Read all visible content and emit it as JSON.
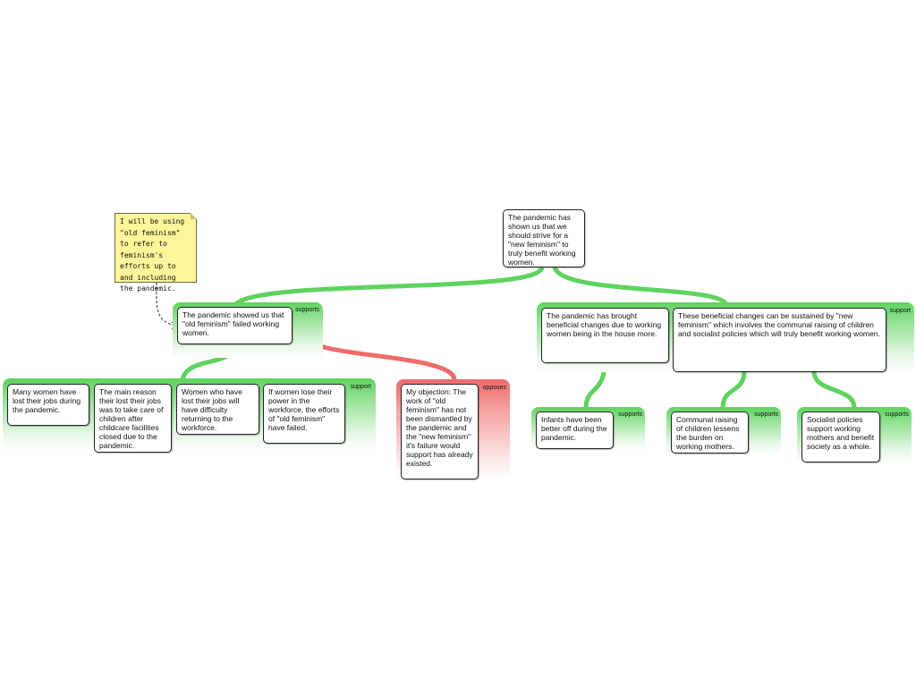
{
  "colors": {
    "supports": "#5ed35e",
    "opposes": "#f06a6a",
    "note": "#fdf59a"
  },
  "note": {
    "text": "I will be using \"old feminism\" to refer to feminism's efforts up to and including the pandemic."
  },
  "main_claim": {
    "text": "The pandemic has shown us that we should strive for a \"new feminism\" to truly benefit working women."
  },
  "left_group": {
    "tag": "supports",
    "claim": "The pandemic showed us that \"old feminism\" failed working women.",
    "support_group": {
      "tag": "support",
      "items": [
        "Many women have lost their jobs during the pandemic.",
        "The main reason their lost their jobs was to take care of children after childcare facilities closed due to the pandemic.",
        "Women who have lost their jobs will have difficulty returning to the workforce.",
        "If women lose their power in the workforce, the efforts of \"old feminism\" have failed."
      ]
    },
    "objection": {
      "tag": "opposes",
      "text": "My objection: The work of \"old feminism\" has not been dismantled by the pandemic and the \"new feminism\" it's failure would support has already existed."
    }
  },
  "right_group": {
    "tag": "support",
    "claims": [
      "The pandemic has brought beneficial changes due to working women being in the house more.",
      "These beneficial changes can be sustained by \"new feminism\" which involves the communal raising of children and socialist policies which will truly benefit working women."
    ],
    "sub_groups": [
      {
        "tag": "supports",
        "text": "Infants have been better off during the pandemic."
      },
      {
        "tag": "supports",
        "text": "Communal raising of children lessens the burden on working mothers."
      },
      {
        "tag": "supports",
        "text": "Socialist policies support working mothers and benefit society as a whole."
      }
    ]
  }
}
